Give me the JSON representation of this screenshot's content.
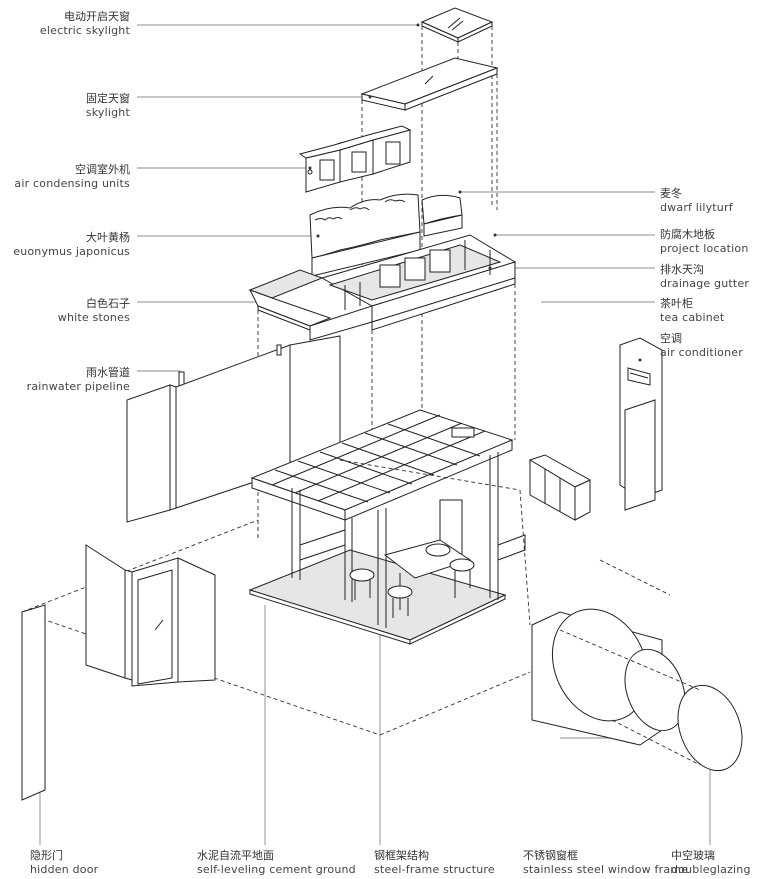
{
  "labels": {
    "electric_skylight": {
      "zh": "电动开启天窗",
      "en": "electric skylight"
    },
    "skylight": {
      "zh": "固定天窗",
      "en": "skylight"
    },
    "air_condensing_units": {
      "zh": "空调室外机",
      "en": "air condensing units"
    },
    "euonymus": {
      "zh": "大叶黄杨",
      "en": "euonymus japonicus"
    },
    "white_stones": {
      "zh": "白色石子",
      "en": "white stones"
    },
    "rainwater_pipeline": {
      "zh": "雨水管道",
      "en": "rainwater pipeline"
    },
    "dwarf_lilyturf": {
      "zh": "麦冬",
      "en": "dwarf lilyturf"
    },
    "project_location": {
      "zh": "防腐木地板",
      "en": "project location"
    },
    "drainage_gutter": {
      "zh": "排水天沟",
      "en": "drainage gutter"
    },
    "tea_cabinet": {
      "zh": "茶叶柜",
      "en": "tea cabinet"
    },
    "air_conditioner": {
      "zh": "空调",
      "en": "air conditioner"
    },
    "hidden_door": {
      "zh": "隐形门",
      "en": "hidden door"
    },
    "cement_ground": {
      "zh": "水泥自流平地面",
      "en": "self-leveling cement ground"
    },
    "steel_frame": {
      "zh": "钢框架结构",
      "en": "steel-frame structure"
    },
    "window_frame": {
      "zh": "不锈钢窗框",
      "en": "stainless steel window frame"
    },
    "doubleglazing": {
      "zh": "中空玻璃",
      "en": "doubleglazing"
    }
  }
}
